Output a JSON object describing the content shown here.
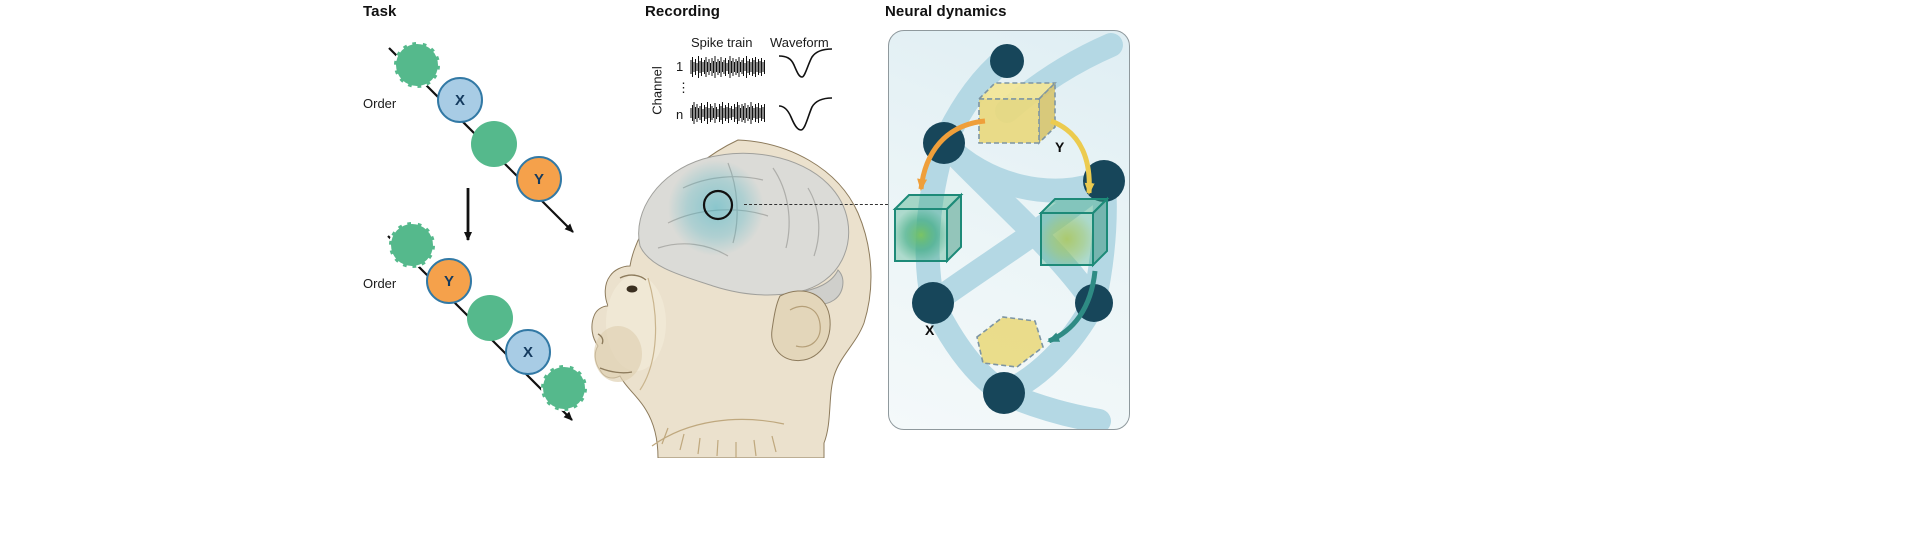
{
  "figure": {
    "panels": {
      "task": {
        "title": "Task",
        "sequence_1": {
          "order_label": "Order",
          "items": [
            {
              "id": "distractor-1",
              "label": ""
            },
            {
              "id": "item-x",
              "label": "X"
            },
            {
              "id": "filler-green",
              "label": ""
            },
            {
              "id": "item-y",
              "label": "Y"
            }
          ]
        },
        "sequence_2": {
          "order_label": "Order",
          "items": [
            {
              "id": "distractor-1",
              "label": ""
            },
            {
              "id": "item-y",
              "label": "Y"
            },
            {
              "id": "filler-green",
              "label": ""
            },
            {
              "id": "item-x",
              "label": "X"
            },
            {
              "id": "distractor-2",
              "label": ""
            }
          ]
        }
      },
      "recording": {
        "title": "Recording",
        "spike_train_label": "Spike train",
        "waveform_label": "Waveform",
        "channel_axis_label": "Channel",
        "channel_rows": {
          "first": "1",
          "ellipsis": "⋮",
          "last": "n"
        }
      },
      "neural_dynamics": {
        "title": "Neural dynamics",
        "state_y_label": "Y",
        "state_x_label": "X"
      }
    },
    "colors": {
      "item_green": "#55b98c",
      "item_blue_fill": "#a8cce5",
      "item_orange_fill": "#f5a14b",
      "item_outline_blue": "#3279a5",
      "panel_background": "#e7f2f6",
      "network_band": "#b4d8e4",
      "network_node": "#17465a",
      "cube_yellow": "#e9d97e",
      "cube_green": "#3aa97f",
      "arrow_orange": "#ef9f3a",
      "arrow_yellow": "#eccb4f",
      "arrow_teal": "#2e8b84",
      "brain_highlight": "#48b5c4"
    }
  }
}
